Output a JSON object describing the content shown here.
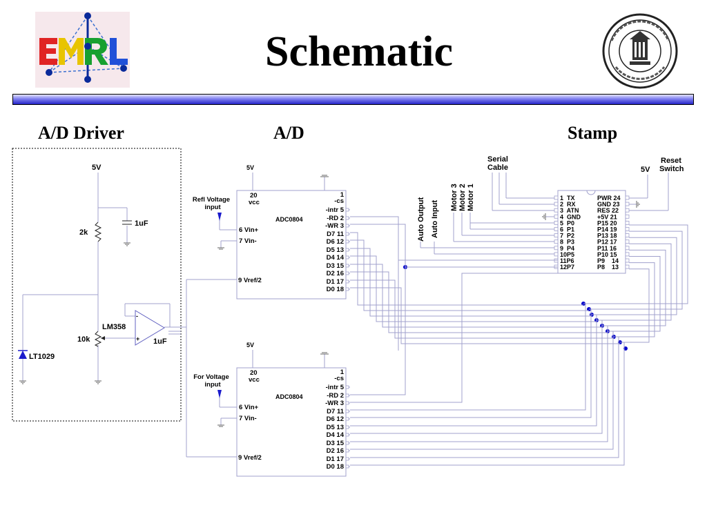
{
  "slide": {
    "title": "Schematic",
    "sections": {
      "driver": "A/D Driver",
      "ad": "A/D",
      "stamp": "Stamp"
    }
  },
  "logos": {
    "left_logo": {
      "icon": "emrl-logo",
      "lettering": "EMRL"
    },
    "right_logo": {
      "icon": "university-seal",
      "lettering": "MISSISSIPPI STATE UNIVERSITY 1878"
    }
  },
  "colors": {
    "wire": "#a0a0cc",
    "connector_dot": "#0000cc",
    "bar_light": "#e4e4ff",
    "bar_dark": "#2424c8"
  },
  "driver": {
    "supply": "5V",
    "resistor_top": "2k",
    "cap_top": "1uF",
    "opamp": "LM358",
    "pot": "10k",
    "cap_out": "1uF",
    "reference": "LT1029",
    "opamp_minus": "-",
    "opamp_plus": "+"
  },
  "adc_top": {
    "supply": "5V",
    "part": "ADC0804",
    "input_label_1": "Refl Voltage",
    "input_label_2": "input",
    "left_pins": [
      "20",
      "vcc",
      "6 Vin+",
      "7 Vin-",
      "9 Vref/2"
    ],
    "right_pins": [
      "1",
      "-cs",
      "-intr 5",
      "-RD 2",
      "-WR 3",
      "D7 11",
      "D6 12",
      "D5 13",
      "D4 14",
      "D3 15",
      "D2 16",
      "D1 17",
      "D0 18"
    ]
  },
  "adc_bottom": {
    "supply": "5V",
    "part": "ADC0804",
    "input_label_1": "For Voltage",
    "input_label_2": "input",
    "left_pins": [
      "20",
      "vcc",
      "6 Vin+",
      "7 Vin-",
      "9 Vref/2"
    ],
    "right_pins": [
      "1",
      "-cs",
      "-intr 5",
      "-RD 2",
      "-WR 3",
      "D7 11",
      "D6 12",
      "D5 13",
      "D4 14",
      "D3 15",
      "D2 16",
      "D1 17",
      "D0 18"
    ]
  },
  "stamp": {
    "serial_label_1": "Serial",
    "serial_label_2": "Cable",
    "supply": "5V",
    "reset_label_1": "Reset",
    "reset_label_2": "Switch",
    "vertical_labels": [
      "Auto Output",
      "Auto Input",
      "Motor 3",
      "Motor 2",
      "Motor 1"
    ],
    "left_pins": [
      "1  TX",
      "2  RX",
      "3  ATN",
      "4  GND",
      "5  P0",
      "6  P1",
      "7  P2",
      "8  P3",
      "9  P4",
      "10P5",
      "11P6",
      "12P7"
    ],
    "right_pins": [
      "PWR 24",
      "GND 23",
      "RES 22",
      "+5V 21",
      "P15 20",
      "P14 19",
      "P13 18",
      "P12 17",
      "P11 16",
      "P10 15",
      "P9    14",
      "P8    13"
    ]
  }
}
